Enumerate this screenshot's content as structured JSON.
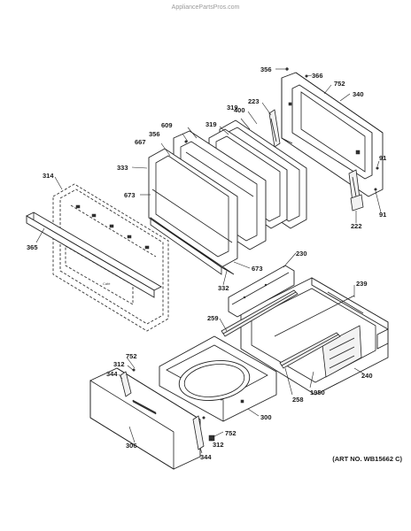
{
  "watermark": "AppliancePartsPros.com",
  "art_number": "(ART NO. WB15662 C)",
  "callouts": {
    "c356a": "356",
    "c366": "366",
    "c752a": "752",
    "c340": "340",
    "c223": "223",
    "c400": "400",
    "c319a": "319",
    "c319b": "319",
    "c609": "609",
    "c356b": "356",
    "c667": "667",
    "c333": "333",
    "c314": "314",
    "c673a": "673",
    "c365": "365",
    "c91a": "91",
    "c91b": "91",
    "c222": "222",
    "c673b": "673",
    "c332": "332",
    "c230": "230",
    "c239": "239",
    "c259": "259",
    "c752b": "752",
    "c312a": "312",
    "c344a": "344",
    "c1950": "1950",
    "c258": "258",
    "c240": "240",
    "c300": "300",
    "c752c": "752",
    "c312b": "312",
    "c306": "306",
    "c344b": "344"
  }
}
